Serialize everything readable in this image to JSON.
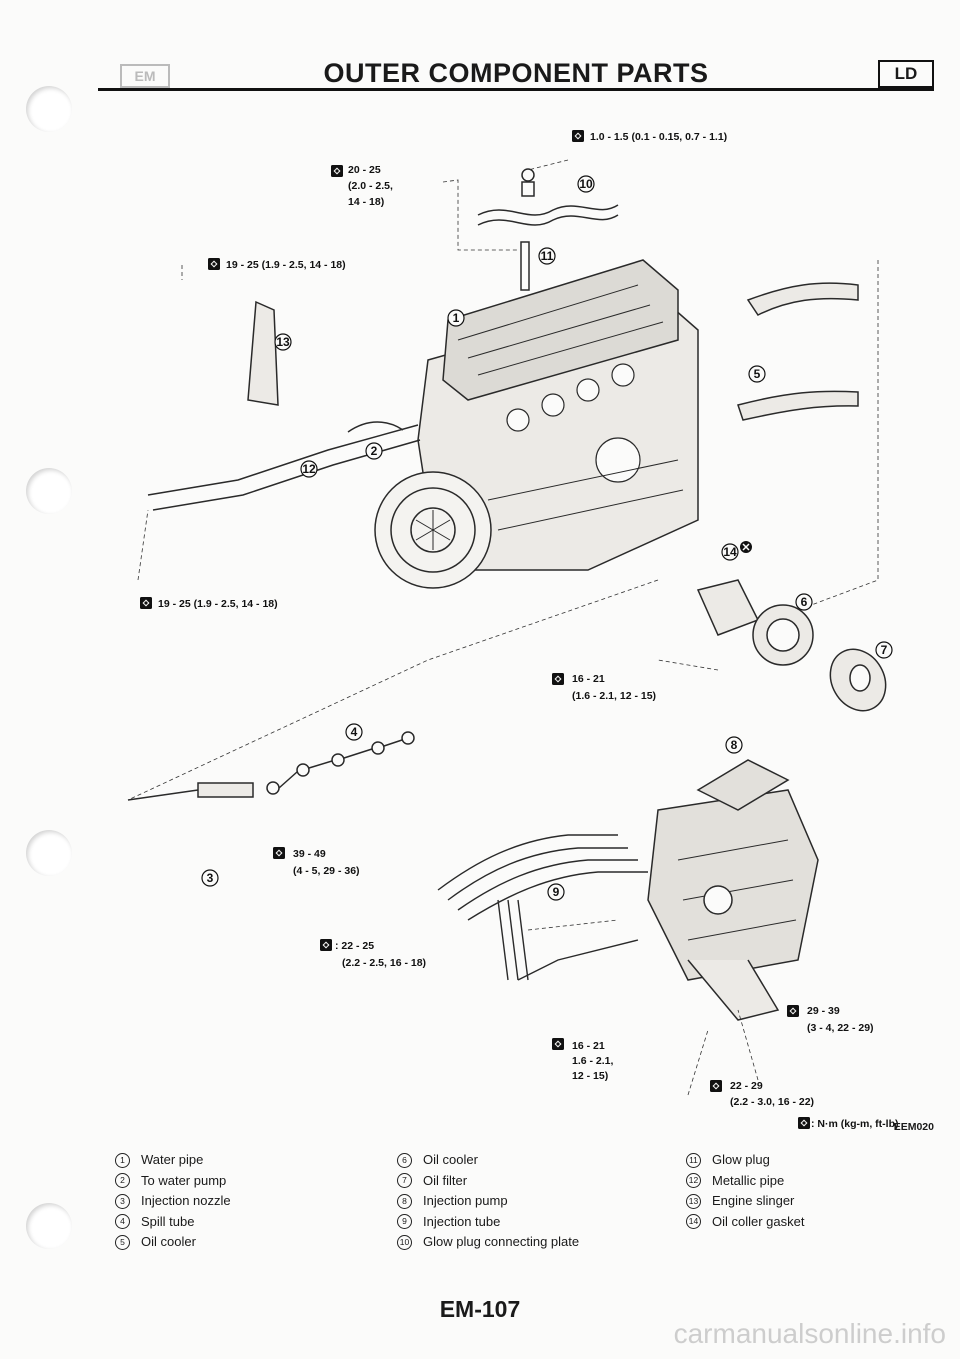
{
  "header": {
    "section_box": "EM",
    "title": "OUTER COMPONENT PARTS",
    "engine_box": "LD"
  },
  "diagram": {
    "figure_code": "EEM020",
    "unit_legend": ": N·m (kg-m, ft-lb)",
    "callouts": [
      {
        "num": "1"
      },
      {
        "num": "2"
      },
      {
        "num": "3"
      },
      {
        "num": "4"
      },
      {
        "num": "5"
      },
      {
        "num": "6"
      },
      {
        "num": "7"
      },
      {
        "num": "8"
      },
      {
        "num": "9"
      },
      {
        "num": "10"
      },
      {
        "num": "11"
      },
      {
        "num": "12"
      },
      {
        "num": "13"
      },
      {
        "num": "14"
      }
    ],
    "torque_specs": [
      {
        "lines": [
          "1.0 - 1.5 (0.1 - 0.15, 0.7 - 1.1)"
        ]
      },
      {
        "lines": [
          "20 - 25",
          "(2.0 - 2.5,",
          "14 - 18)"
        ]
      },
      {
        "lines": [
          "19 - 25 (1.9 - 2.5, 14 - 18)"
        ]
      },
      {
        "lines": [
          "19 - 25 (1.9 - 2.5, 14 - 18)"
        ]
      },
      {
        "lines": [
          "16 - 21",
          "(1.6 - 2.1, 12 - 15)"
        ]
      },
      {
        "lines": [
          "39 - 49",
          "(4 - 5, 29 - 36)"
        ]
      },
      {
        "lines": [
          ": 22 - 25",
          "(2.2 - 2.5, 16 - 18)"
        ]
      },
      {
        "lines": [
          "29 - 39",
          "(3 - 4, 22 - 29)"
        ]
      },
      {
        "lines": [
          "16 - 21",
          "1.6 - 2.1,",
          "12 - 15)"
        ]
      },
      {
        "lines": [
          "22 - 29",
          "(2.2 - 3.0, 16 - 22)"
        ]
      }
    ]
  },
  "legend": {
    "col1": [
      {
        "num": "1",
        "label": "Water pipe"
      },
      {
        "num": "2",
        "label": "To water pump"
      },
      {
        "num": "3",
        "label": "Injection nozzle"
      },
      {
        "num": "4",
        "label": "Spill tube"
      },
      {
        "num": "5",
        "label": "Oil cooler"
      }
    ],
    "col2": [
      {
        "num": "6",
        "label": "Oil cooler"
      },
      {
        "num": "7",
        "label": "Oil filter"
      },
      {
        "num": "8",
        "label": "Injection pump"
      },
      {
        "num": "9",
        "label": "Injection tube"
      },
      {
        "num": "10",
        "label": "Glow plug connecting plate"
      }
    ],
    "col3": [
      {
        "num": "11",
        "label": "Glow plug"
      },
      {
        "num": "12",
        "label": "Metallic pipe"
      },
      {
        "num": "13",
        "label": "Engine slinger"
      },
      {
        "num": "14",
        "label": "Oil coller gasket"
      }
    ]
  },
  "footer": {
    "page_number": "EM-107",
    "watermark": "carmanualsonline.info"
  }
}
